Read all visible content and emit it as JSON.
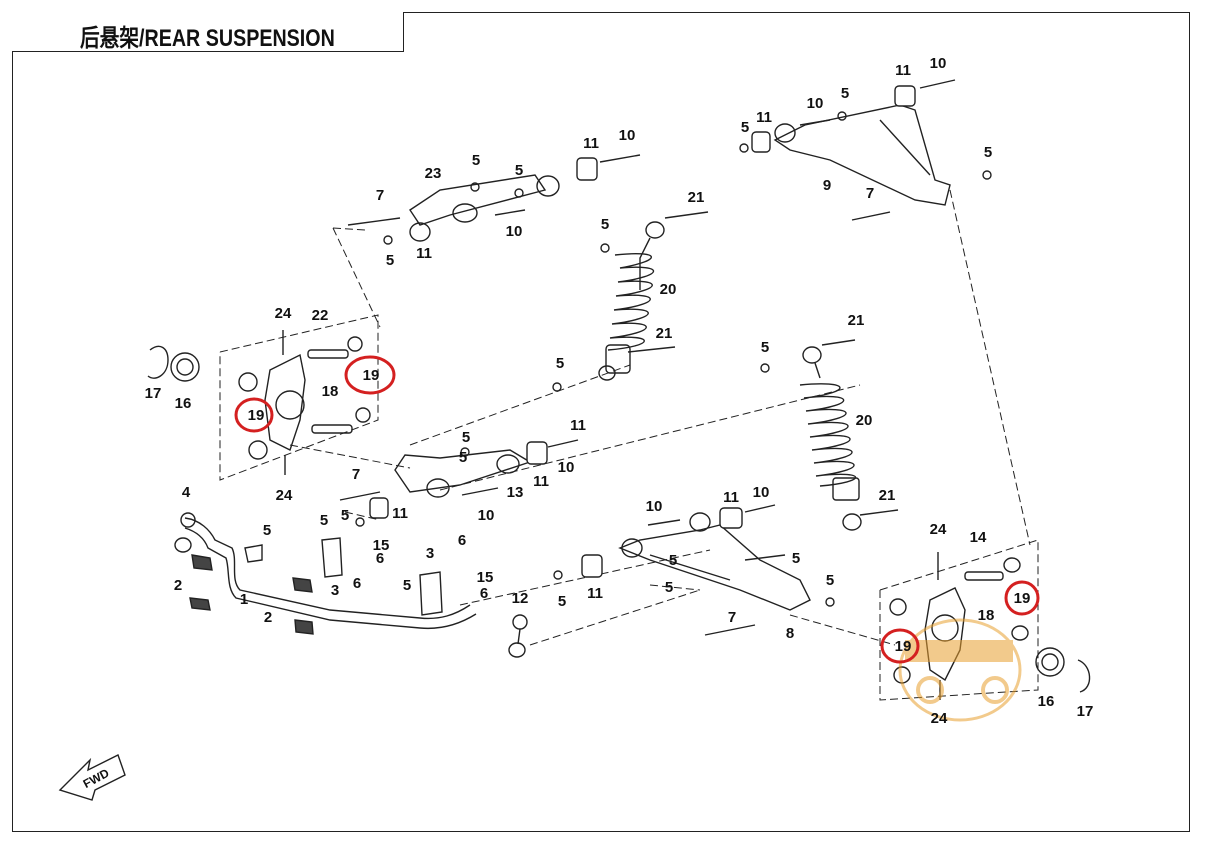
{
  "title": "后悬架/REAR SUSPENSION",
  "colors": {
    "line": "#222222",
    "highlight": "#d42020",
    "watermark": "#e8a030"
  },
  "fwd_label": "FWD",
  "watermark_icon": "atv-brand-logo-watermark",
  "highlight_number": "19",
  "part_labels": [
    "1",
    "2",
    "3",
    "4",
    "5",
    "6",
    "7",
    "8",
    "9",
    "10",
    "11",
    "12",
    "13",
    "14",
    "15",
    "16",
    "17",
    "18",
    "19",
    "20",
    "21",
    "22",
    "23",
    "24"
  ]
}
